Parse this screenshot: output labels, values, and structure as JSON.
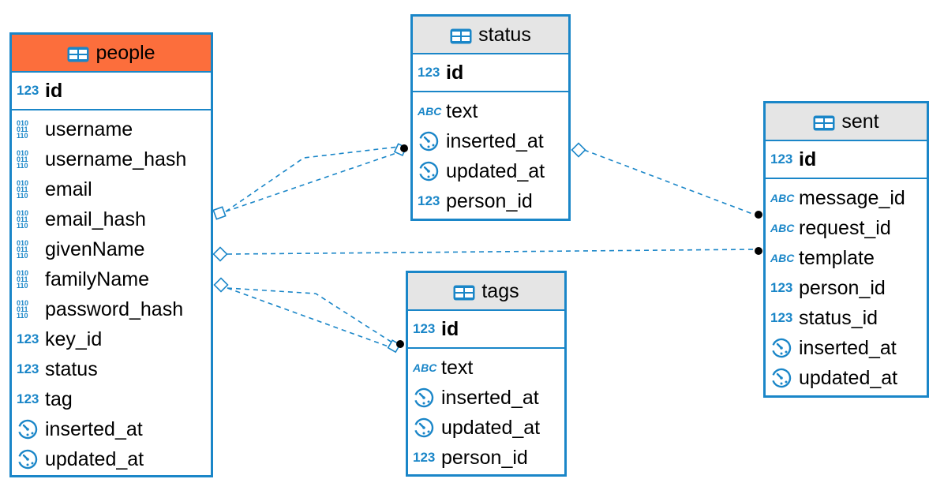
{
  "colors": {
    "border": "#1a86c8",
    "header": "#e5e5e5",
    "header_highlight": "#fc6e3c",
    "relation": "#1a86c8"
  },
  "icons": {
    "table": "table-icon",
    "number": "123",
    "text": "ABC",
    "binary": "010/011/110",
    "timestamp": "clock-icon"
  },
  "entities": {
    "people": {
      "name": "people",
      "pk": "id",
      "columns": [
        "username",
        "username_hash",
        "email",
        "email_hash",
        "givenName",
        "familyName",
        "password_hash",
        "key_id",
        "status",
        "tag",
        "inserted_at",
        "updated_at"
      ],
      "types": [
        "bin",
        "bin",
        "bin",
        "bin",
        "bin",
        "bin",
        "bin",
        "num",
        "num",
        "num",
        "time",
        "time"
      ]
    },
    "status": {
      "name": "status",
      "pk": "id",
      "columns": [
        "text",
        "inserted_at",
        "updated_at",
        "person_id"
      ],
      "types": [
        "abc",
        "time",
        "time",
        "num"
      ]
    },
    "tags": {
      "name": "tags",
      "pk": "id",
      "columns": [
        "text",
        "inserted_at",
        "updated_at",
        "person_id"
      ],
      "types": [
        "abc",
        "time",
        "time",
        "num"
      ]
    },
    "sent": {
      "name": "sent",
      "pk": "id",
      "columns": [
        "message_id",
        "request_id",
        "template",
        "person_id",
        "status_id",
        "inserted_at",
        "updated_at"
      ],
      "types": [
        "abc",
        "abc",
        "abc",
        "num",
        "num",
        "time",
        "time"
      ]
    }
  },
  "relationships": [
    {
      "from": "people",
      "to": "status",
      "style": "dashed"
    },
    {
      "from": "people",
      "to": "status",
      "style": "dashed"
    },
    {
      "from": "people",
      "to": "tags",
      "style": "dashed"
    },
    {
      "from": "people",
      "to": "tags",
      "style": "dashed"
    },
    {
      "from": "people",
      "to": "sent",
      "style": "dashed"
    },
    {
      "from": "status",
      "to": "sent",
      "style": "dashed"
    }
  ]
}
